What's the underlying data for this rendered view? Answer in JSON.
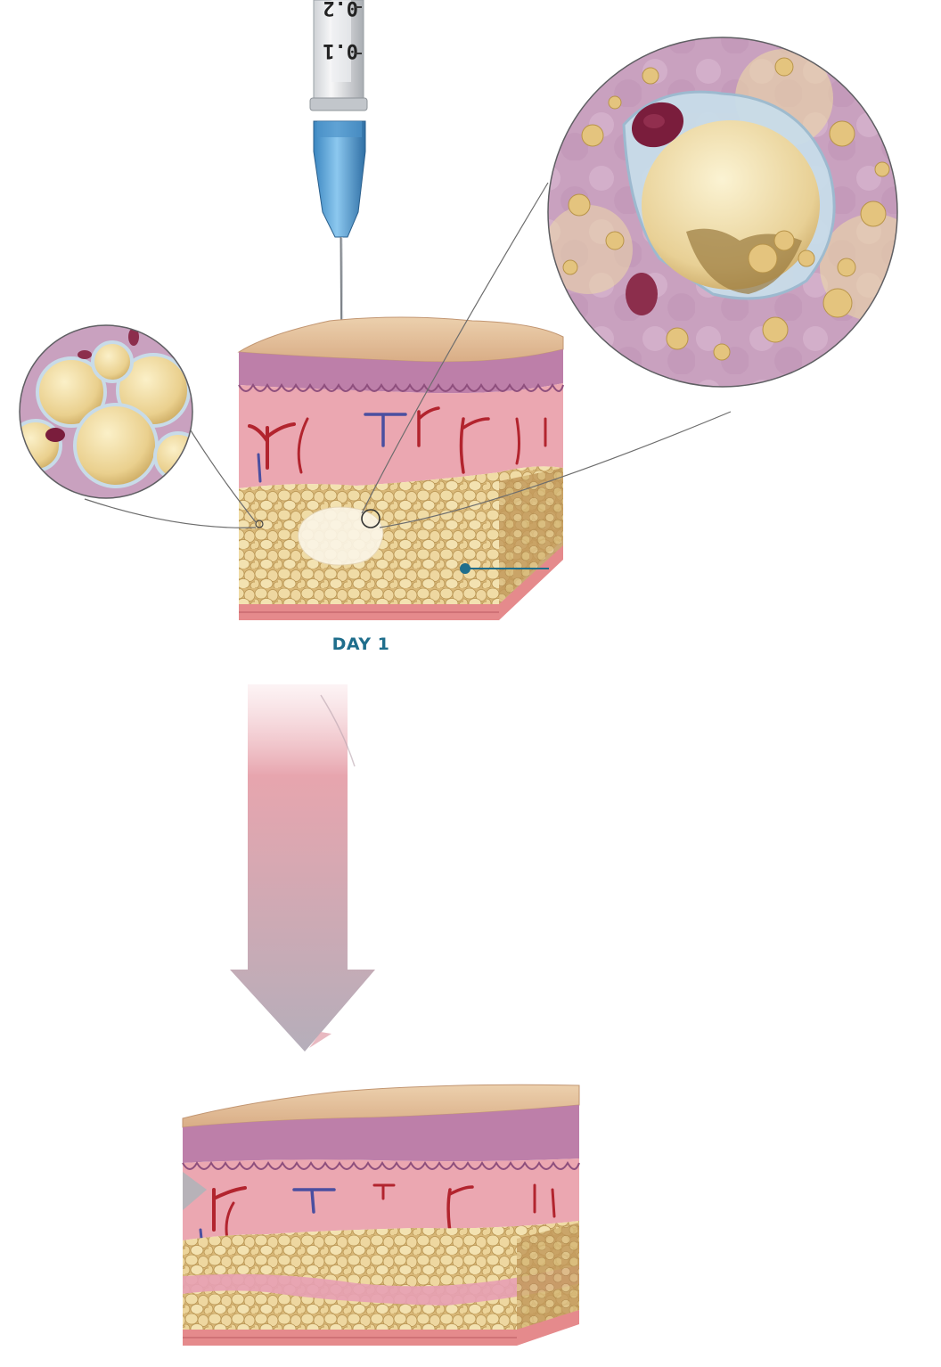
{
  "syringe": {
    "scale_marks": [
      "0.1",
      "0.2"
    ]
  },
  "labels": {
    "day1": "DAY 1"
  },
  "colors": {
    "label_blue": "#1f6e8c",
    "fat": "#e8d39a",
    "fat_dark": "#c9ab62",
    "dermis": "#e9a6b0",
    "epidermis": "#b77aa6",
    "skin_top": "#e6c59e",
    "vessel_red": "#b2242e",
    "vessel_blue": "#4a4fa0",
    "arrow_top": "#e7a5ae",
    "arrow_bottom": "#b8b2bd",
    "hub_blue": "#5aa7d9"
  },
  "icons": {
    "syringe": "syringe-icon",
    "magnifier_left": "adipocyte-closeup-circle",
    "magnifier_right": "ruptured-adipocyte-closeup-circle",
    "arrow": "down-arrow-icon",
    "pointer": "callout-pointer-icon"
  }
}
